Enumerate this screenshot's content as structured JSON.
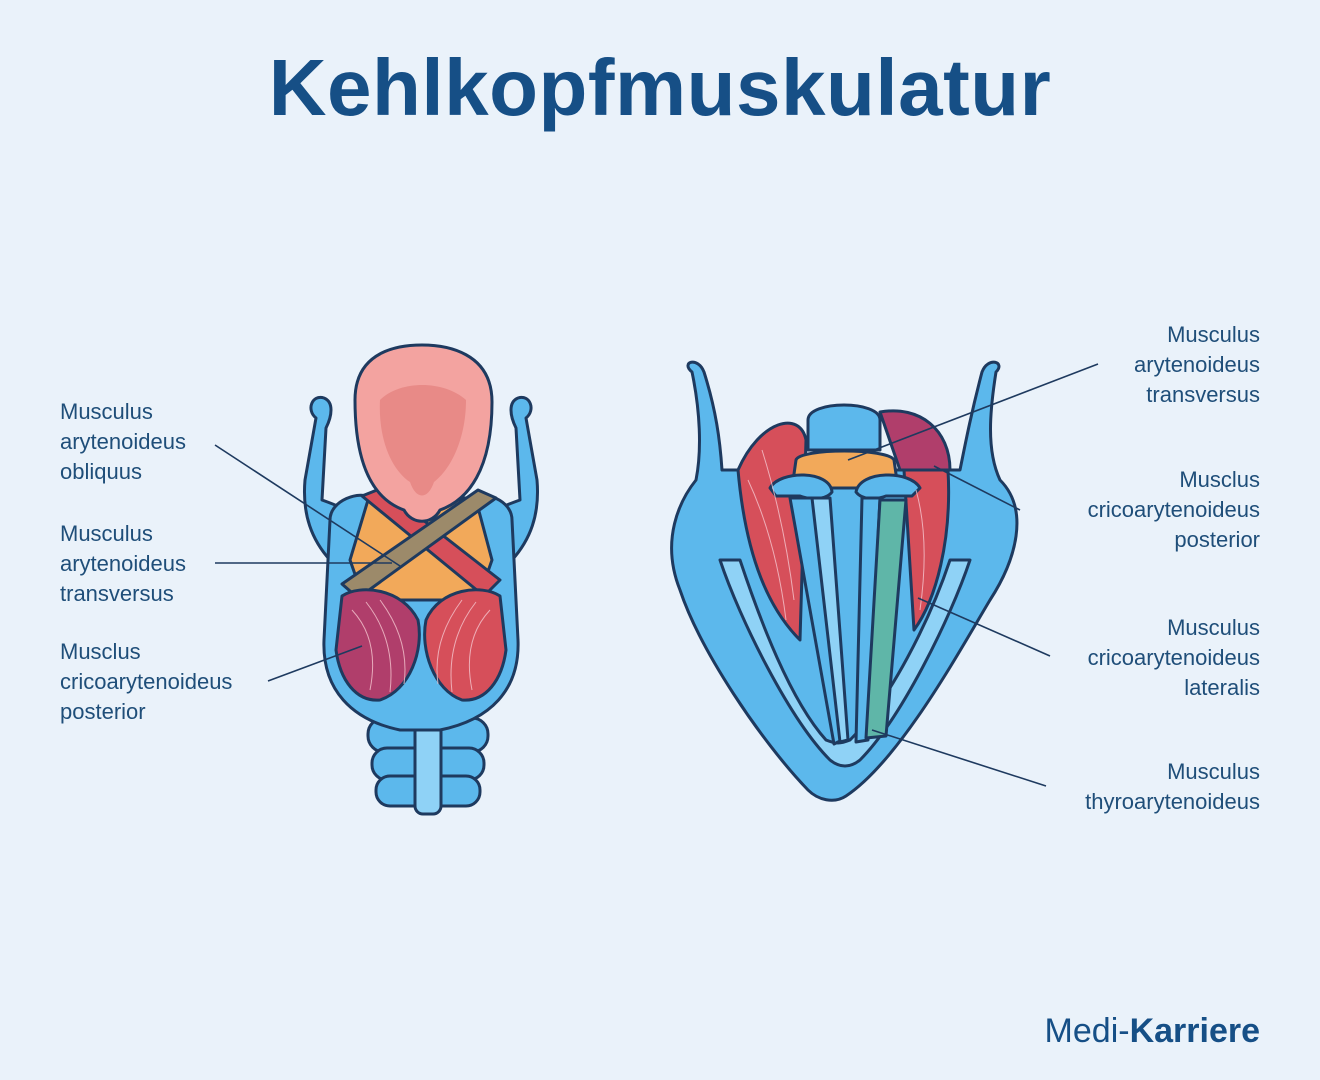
{
  "title": "Kehlkopfmuskulatur",
  "left_labels": [
    {
      "id": "obliquus",
      "text": "Musculus\narytenoideus\nobliquus"
    },
    {
      "id": "transversus",
      "text": "Musculus\narytenoideus\ntransversus"
    },
    {
      "id": "posterior",
      "text": "Musclus\ncricoarytenoideus\nposterior"
    }
  ],
  "right_labels": [
    {
      "id": "transversus",
      "text": "Musculus\narytenoideus\ntransversus"
    },
    {
      "id": "posterior",
      "text": "Musclus\ncricoarytenoideus\nposterior"
    },
    {
      "id": "lateralis",
      "text": "Musculus\ncricoarytenoideus\nlateralis"
    },
    {
      "id": "thyro",
      "text": "Musculus\nthyroarytenoideus"
    }
  ],
  "brand": {
    "prefix": "Medi-",
    "name": "Karriere"
  },
  "colors": {
    "background": "#eaf2fa",
    "cartilage": "#5cb8ec",
    "cartilage_dark": "#2e86c8",
    "outline": "#1e3a5f",
    "muscle_red": "#d64f5a",
    "muscle_purple": "#b03e6b",
    "muscle_orange": "#f2a95a",
    "muscle_brown": "#9c8a6a",
    "muscle_teal": "#5fb6a8",
    "epiglottis": "#f3a3a0",
    "title": "#164f86"
  }
}
